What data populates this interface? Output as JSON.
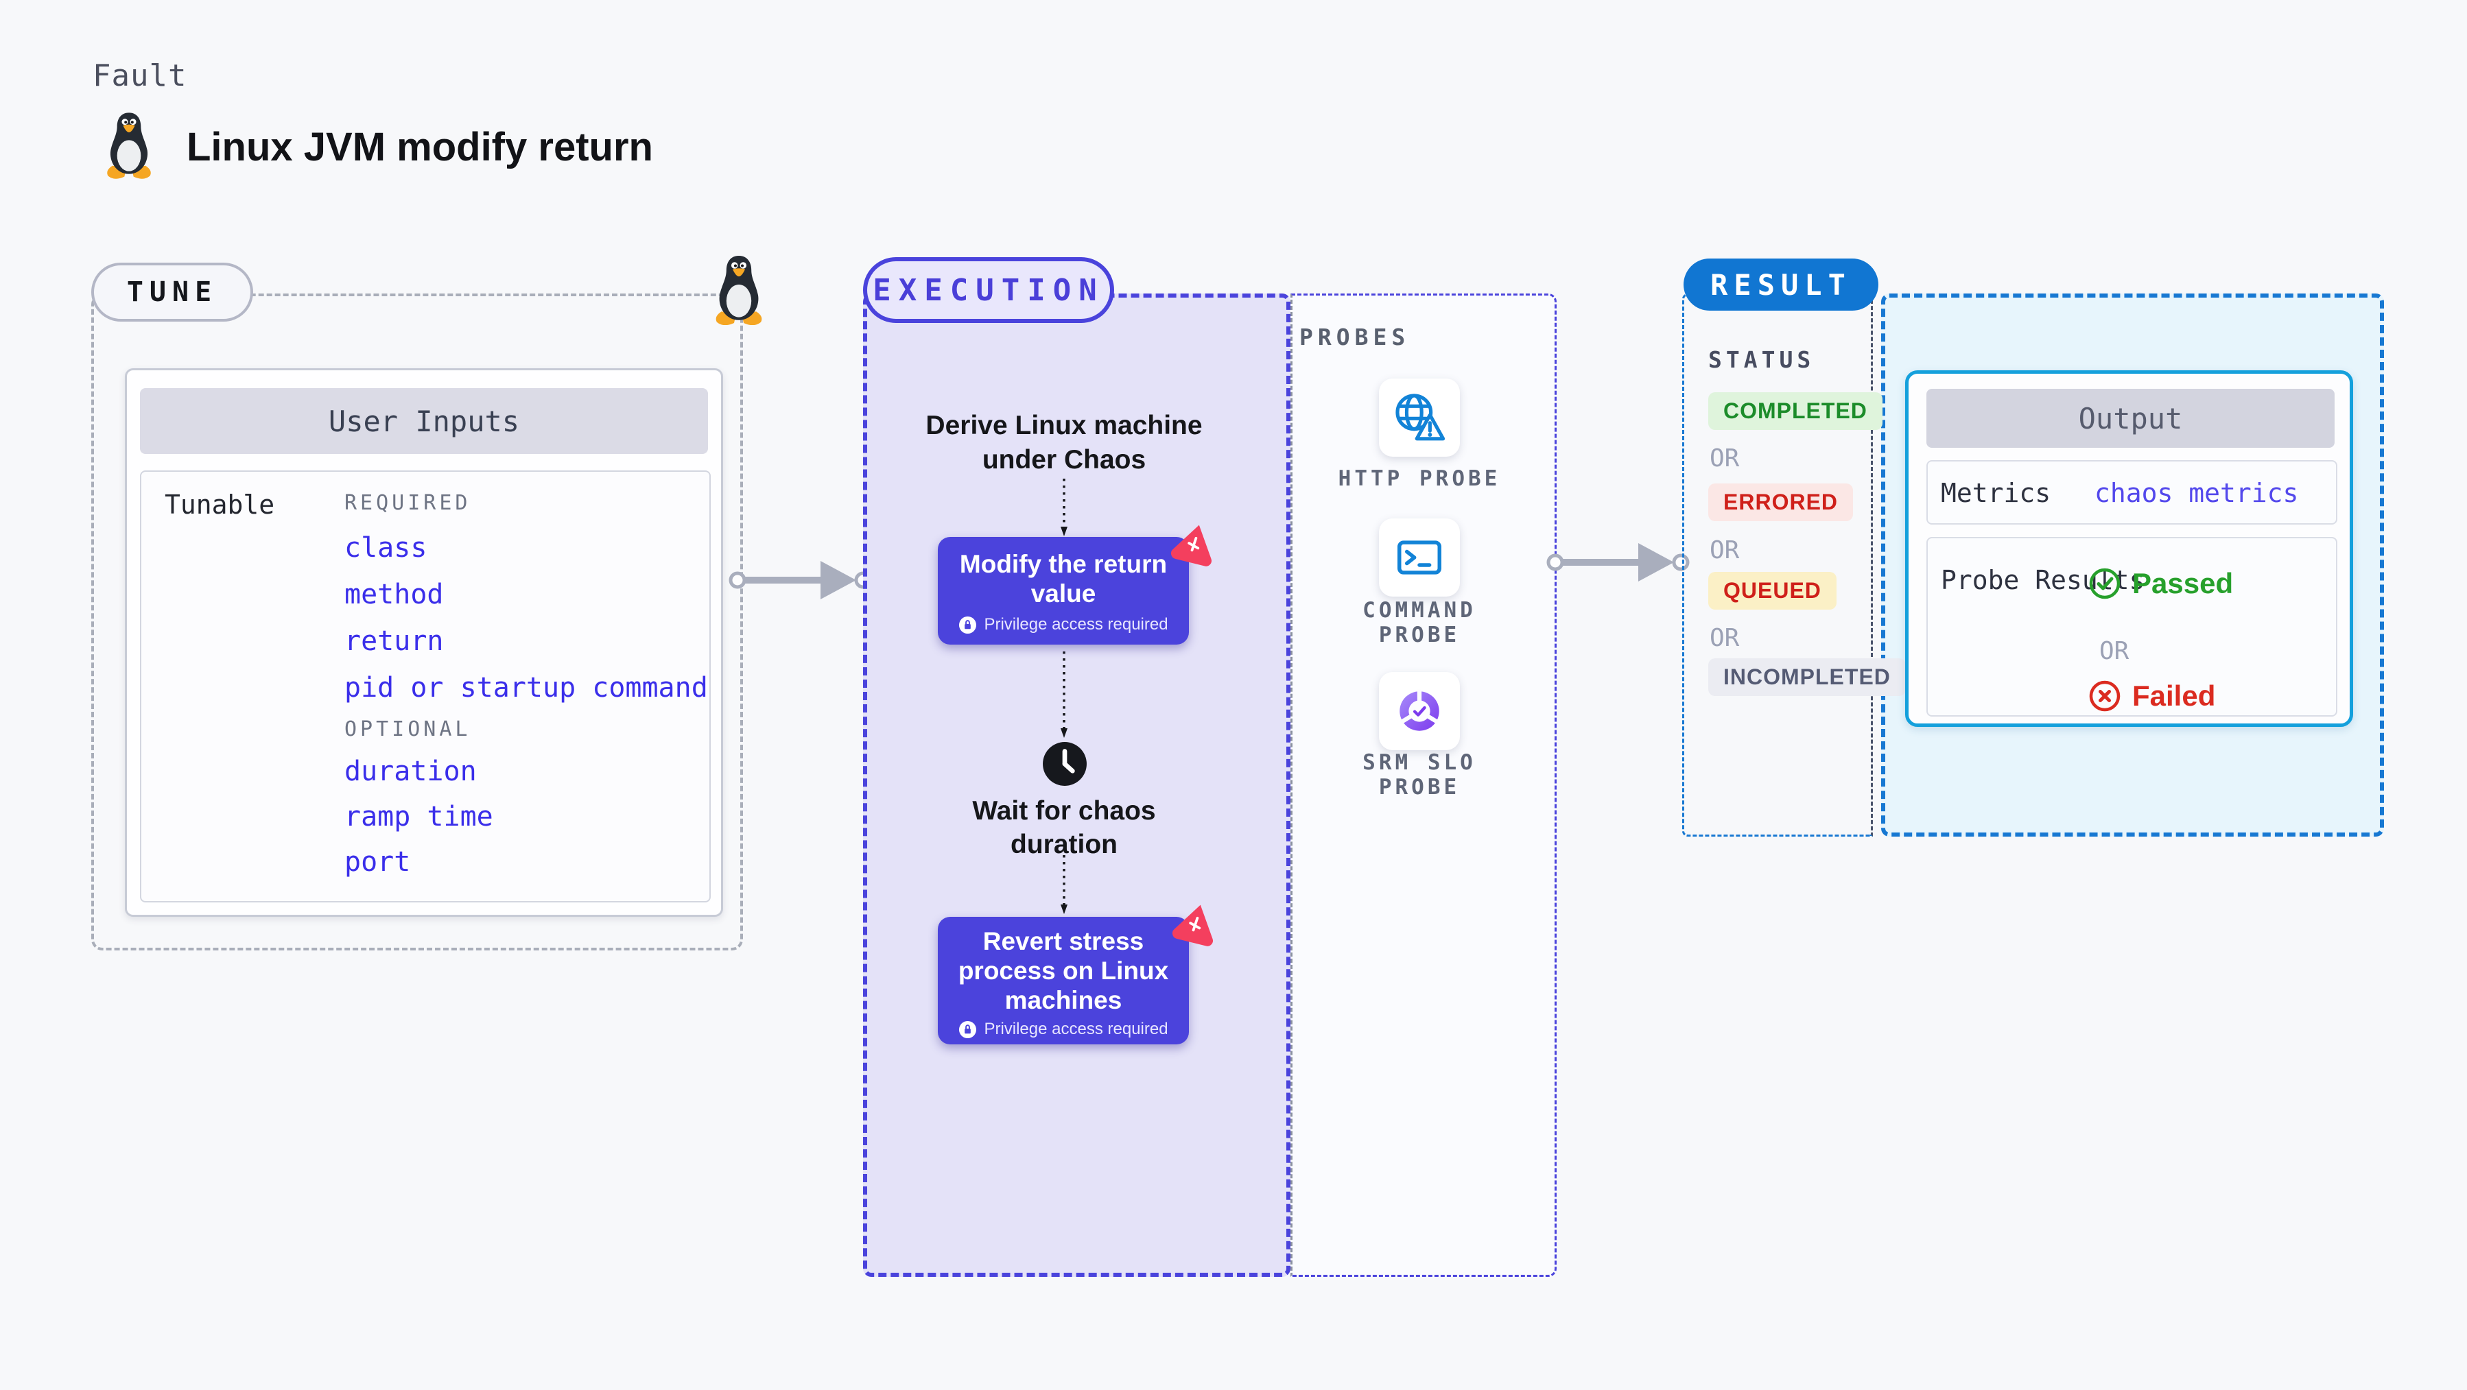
{
  "header": {
    "eyebrow": "Fault",
    "title": "Linux JVM modify return"
  },
  "tune": {
    "badge": "TUNE",
    "user_inputs": {
      "title": "User Inputs",
      "row_label": "Tunable",
      "required_label": "REQUIRED",
      "required_items": [
        "class",
        "method",
        "return",
        "pid or startup command"
      ],
      "optional_label": "OPTIONAL",
      "optional_items": [
        "duration",
        "ramp time",
        "port"
      ]
    }
  },
  "execution": {
    "badge": "EXECUTION",
    "derive_text": "Derive Linux machine under Chaos",
    "node_modify": {
      "title": "Modify the return value",
      "privilege": "Privilege access required"
    },
    "wait_text": "Wait for chaos duration",
    "node_revert": {
      "title": "Revert stress process on Linux machines",
      "privilege": "Privilege access required"
    }
  },
  "probes": {
    "label": "PROBES",
    "items": [
      {
        "name": "HTTP PROBE",
        "icon": "globe-alert-icon"
      },
      {
        "name": "COMMAND PROBE",
        "icon": "terminal-icon"
      },
      {
        "name": "SRM SLO PROBE",
        "icon": "slo-chart-icon"
      }
    ]
  },
  "result": {
    "badge": "RESULT",
    "status_label": "STATUS",
    "or_label": "OR",
    "statuses": [
      {
        "label": "COMPLETED",
        "bg": "#DFF4DC",
        "color": "#1C8C2A"
      },
      {
        "label": "ERRORED",
        "bg": "#FBE7E5",
        "color": "#CF201A"
      },
      {
        "label": "QUEUED",
        "bg": "#FBF0C6",
        "color": "#CF201A"
      },
      {
        "label": "INCOMPLETED",
        "bg": "#EBECF2",
        "color": "#555B74"
      }
    ],
    "output": {
      "title": "Output",
      "metrics_label": "Metrics",
      "metrics_value": "chaos metrics",
      "probe_results_label": "Probe Results",
      "passed_label": "Passed",
      "or_label": "OR",
      "failed_label": "Failed"
    }
  },
  "colors": {
    "indigo_accent": "#4A3FD8",
    "node_indigo": "#4B43DC",
    "result_blue": "#1176D2",
    "output_border_cyan": "#14A0DC",
    "link_blue": "#3A2EEA",
    "fault_pink": "#F43F5E",
    "passed_green": "#27A02C",
    "failed_red": "#DB2B20",
    "probe_icon_blue": "#1283D7"
  }
}
